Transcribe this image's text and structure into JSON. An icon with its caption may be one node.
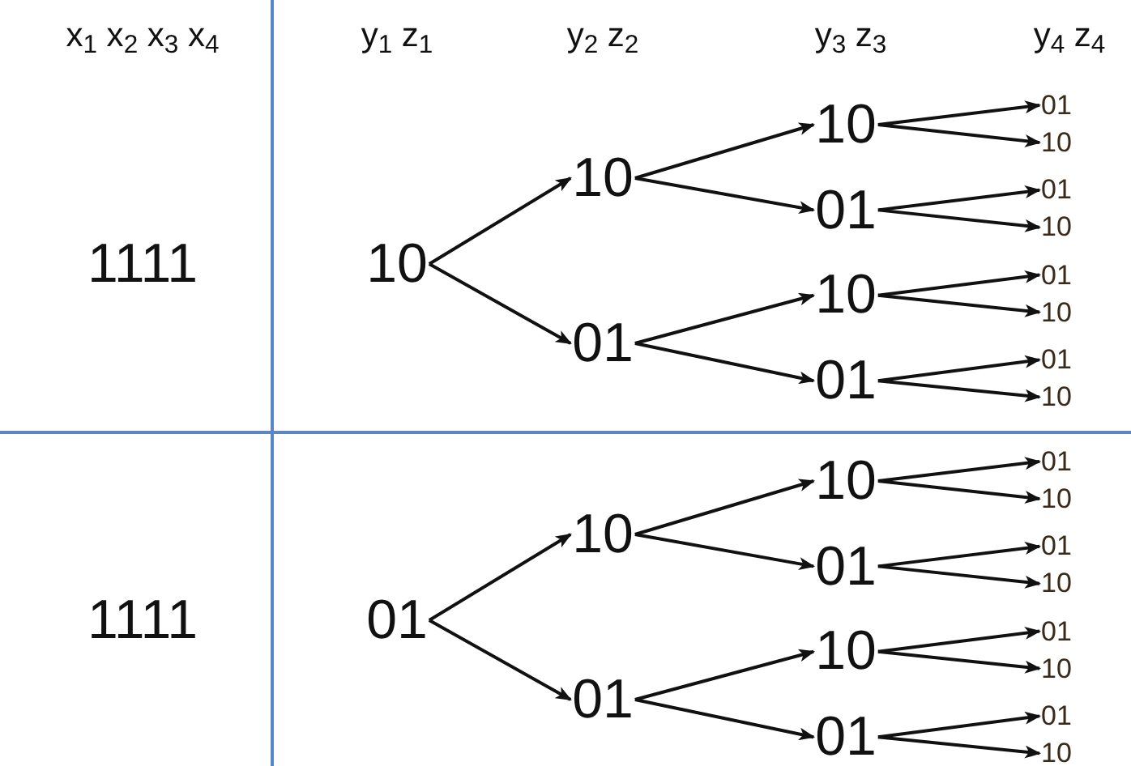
{
  "diagram": {
    "nodes": [
      {
        "text": [
          "10"
        ]
      },
      {
        "text": [
          "10"
        ]
      },
      {
        "text": [
          "01"
        ]
      },
      {
        "text": [
          "10"
        ]
      },
      {
        "text": [
          "01"
        ]
      },
      {
        "text": [
          "10"
        ]
      },
      {
        "text": [
          "01"
        ]
      },
      {
        "text": [
          "01"
        ]
      },
      {
        "text": [
          "10"
        ]
      },
      {
        "text": [
          "01"
        ]
      },
      {
        "text": [
          "10"
        ]
      },
      {
        "text": [
          "01"
        ]
      },
      {
        "text": [
          "10"
        ]
      },
      {
        "text": [
          "01"
        ]
      },
      {
        "text": [
          "10"
        ]
      },
      {
        "text": [
          "01"
        ]
      },
      {
        "text": [
          "10"
        ]
      },
      {
        "text": [
          "01"
        ]
      },
      {
        "text": [
          "10"
        ]
      },
      {
        "text": [
          "01"
        ]
      },
      {
        "text": [
          "10"
        ]
      },
      {
        "text": [
          "01"
        ]
      },
      {
        "text": [
          "01"
        ]
      },
      {
        "text": [
          "10"
        ]
      },
      {
        "text": [
          "01"
        ]
      },
      {
        "text": [
          "10"
        ]
      },
      {
        "text": [
          "01"
        ]
      },
      {
        "text": [
          "10"
        ]
      },
      {
        "text": [
          "01"
        ]
      },
      {
        "text": [
          "10"
        ]
      }
    ],
    "edges": [
      {
        "from": 0,
        "to": 1,
        "arrow": "to"
      },
      {
        "from": 0,
        "to": 2,
        "arrow": "to"
      },
      {
        "from": 1,
        "to": 3,
        "arrow": "to"
      },
      {
        "from": 1,
        "to": 4,
        "arrow": "to"
      },
      {
        "from": 2,
        "to": 5,
        "arrow": "to"
      },
      {
        "from": 2,
        "to": 6,
        "arrow": "to"
      },
      {
        "from": 3,
        "to": 7,
        "arrow": "to"
      },
      {
        "from": 3,
        "to": 8,
        "arrow": "to"
      },
      {
        "from": 4,
        "to": 9,
        "arrow": "to"
      },
      {
        "from": 4,
        "to": 10,
        "arrow": "to"
      },
      {
        "from": 5,
        "to": 11,
        "arrow": "to"
      },
      {
        "from": 5,
        "to": 12,
        "arrow": "to"
      },
      {
        "from": 6,
        "to": 13,
        "arrow": "to"
      },
      {
        "from": 6,
        "to": 14,
        "arrow": "to"
      },
      {
        "from": 15,
        "to": 16,
        "arrow": "to"
      },
      {
        "from": 15,
        "to": 17,
        "arrow": "to"
      },
      {
        "from": 16,
        "to": 18,
        "arrow": "to"
      },
      {
        "from": 16,
        "to": 19,
        "arrow": "to"
      },
      {
        "from": 17,
        "to": 20,
        "arrow": "to"
      },
      {
        "from": 17,
        "to": 21,
        "arrow": "to"
      },
      {
        "from": 18,
        "to": 22,
        "arrow": "to"
      },
      {
        "from": 18,
        "to": 23,
        "arrow": "to"
      },
      {
        "from": 19,
        "to": 24,
        "arrow": "to"
      },
      {
        "from": 19,
        "to": 25,
        "arrow": "to"
      },
      {
        "from": 20,
        "to": 26,
        "arrow": "to"
      },
      {
        "from": 20,
        "to": 27,
        "arrow": "to"
      },
      {
        "from": 21,
        "to": 28,
        "arrow": "to"
      },
      {
        "from": 21,
        "to": 29,
        "arrow": "to"
      }
    ],
    "labels": [
      "x$_{1}$ x$_{2}$ x$_{3}$ x$_{4}$",
      "y$_{1}$ z$_{1}$",
      "y$_{2}$ z$_{2}$",
      "y$_{3}$ z$_{3}$",
      "y$_{4}$ z$_{4}$",
      "1111",
      "1111"
    ]
  }
}
